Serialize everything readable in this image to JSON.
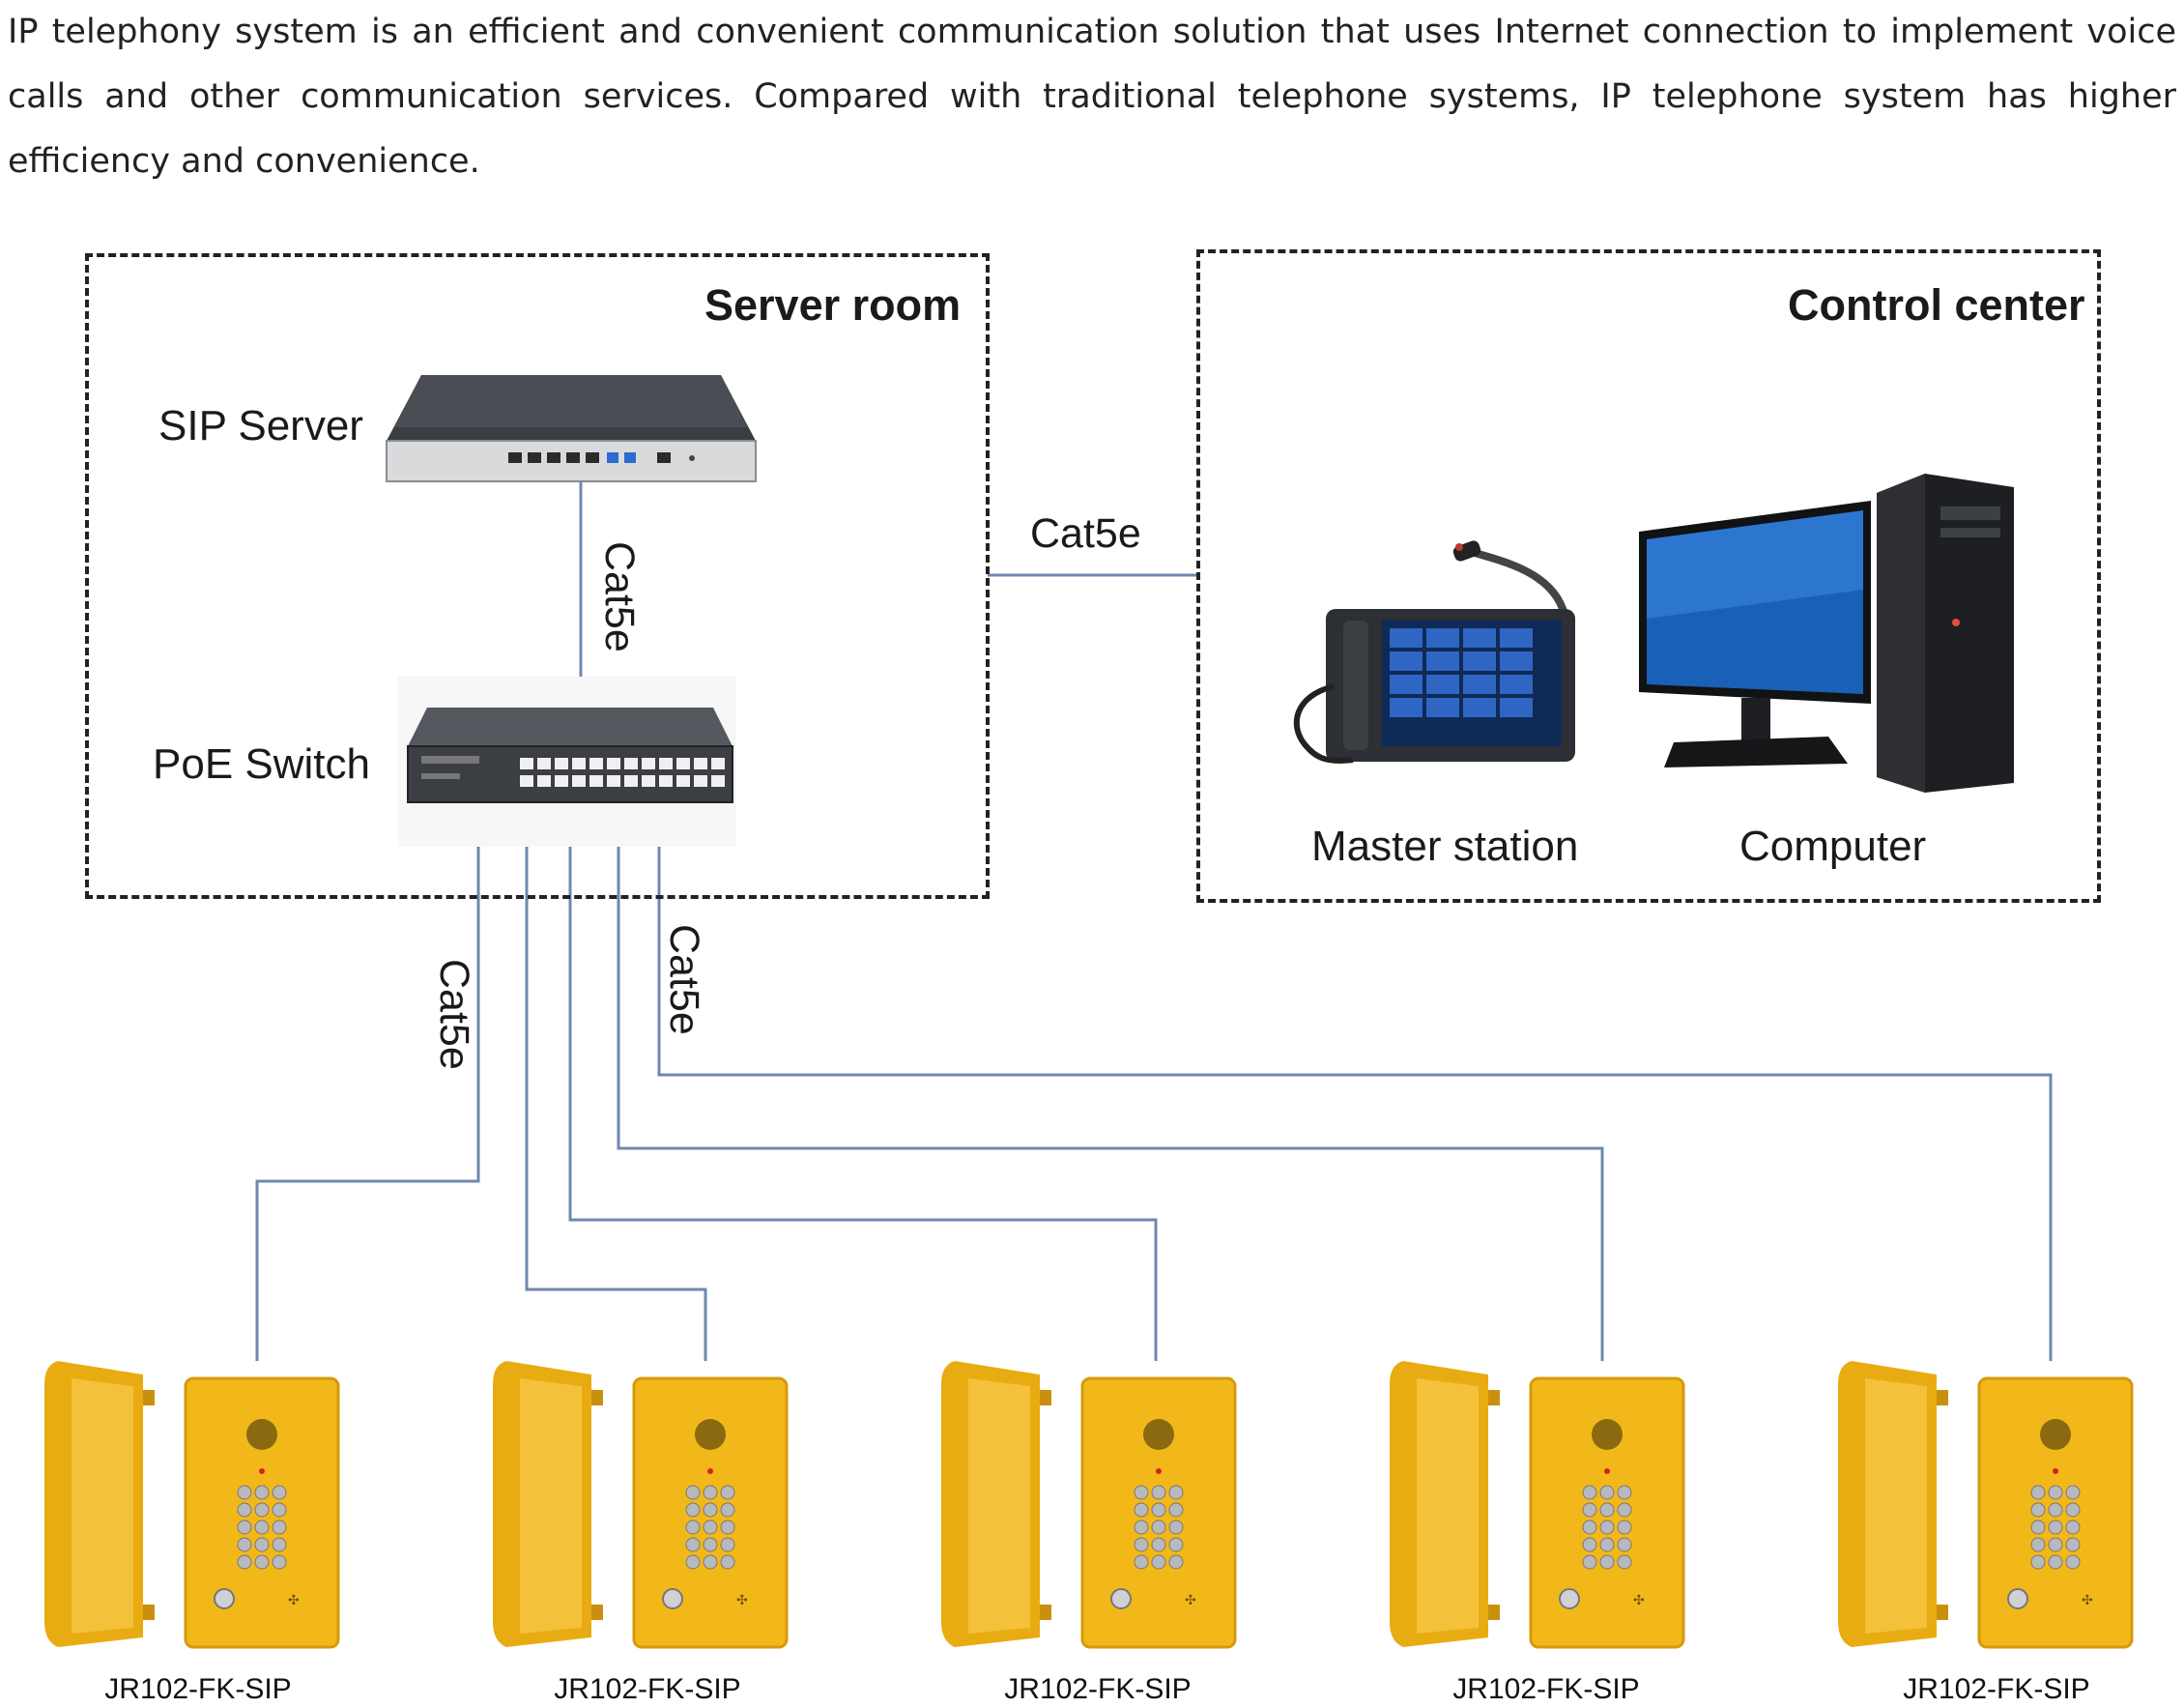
{
  "intro_text": "IP telephony system is an efficient and convenient communication solution that uses Internet connection to implement voice calls and other communication services. Compared with traditional telephone systems, IP telephone system has higher efficiency and convenience.",
  "zones": {
    "server_room": {
      "title": "Server room"
    },
    "control_center": {
      "title": "Control center"
    }
  },
  "devices": {
    "sip_server": {
      "label": "SIP Server",
      "icon": "server-appliance-icon"
    },
    "poe_switch": {
      "label": "PoE Switch",
      "icon": "network-switch-icon"
    },
    "master_station": {
      "label": "Master station",
      "icon": "desk-master-station-icon"
    },
    "computer": {
      "label": "Computer",
      "icon": "desktop-computer-icon"
    }
  },
  "links": {
    "server_switch": "Cat5e",
    "server_control": "Cat5e",
    "switch_phones_left": "Cat5e",
    "switch_phones_right": "Cat5e"
  },
  "phones": [
    {
      "model": "JR102-FK-SIP"
    },
    {
      "model": "JR102-FK-SIP"
    },
    {
      "model": "JR102-FK-SIP"
    },
    {
      "model": "JR102-FK-SIP"
    },
    {
      "model": "JR102-FK-SIP"
    }
  ],
  "colors": {
    "line": "#6e88b0",
    "phone_yellow": "#f2b81a",
    "device_dark": "#2c2f33"
  }
}
